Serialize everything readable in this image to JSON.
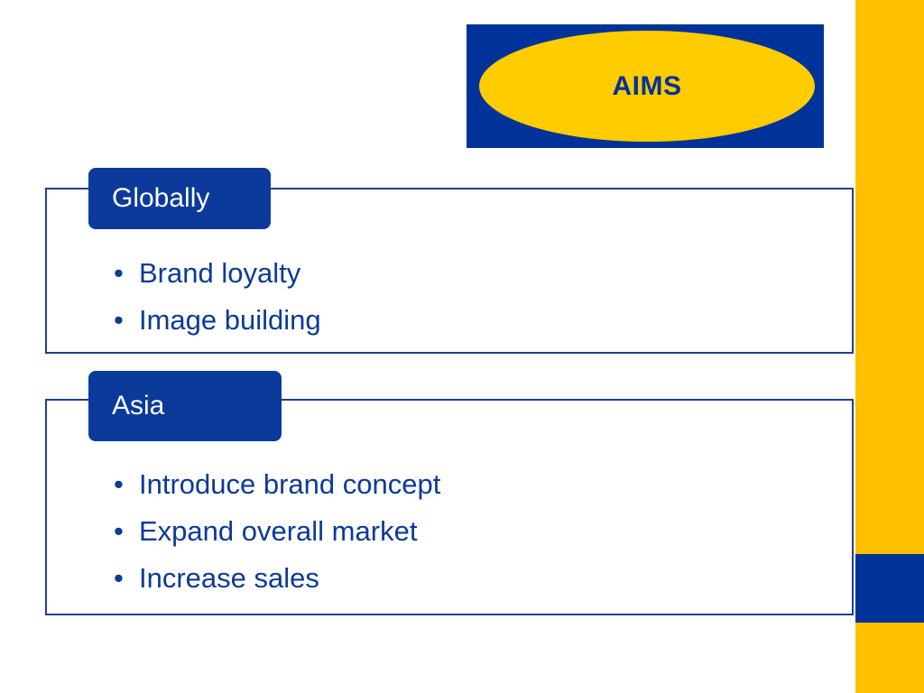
{
  "title": "AIMS",
  "sections": [
    {
      "heading": "Globally",
      "items": [
        "Brand loyalty",
        "Image building"
      ]
    },
    {
      "heading": "Asia",
      "items": [
        "Introduce brand concept",
        "Expand overall market",
        "Increase sales"
      ]
    }
  ],
  "colors": {
    "navy": "#003399",
    "yellow": "#FFC000",
    "ellipse": "#FFCC00",
    "text": "#0B3A9A"
  }
}
